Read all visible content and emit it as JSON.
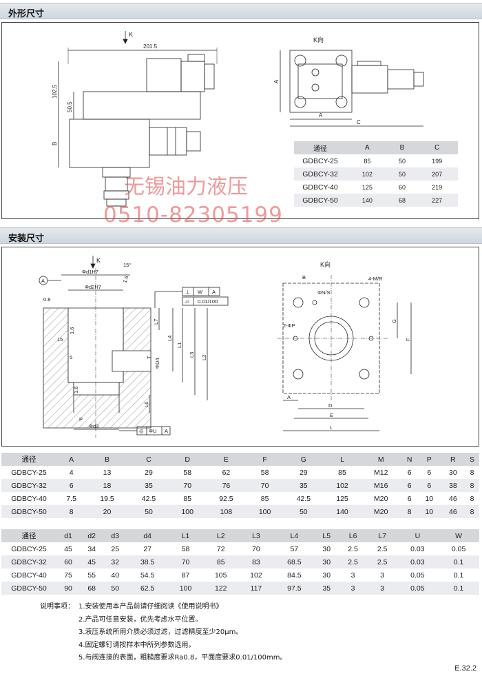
{
  "sections": {
    "outline_title": "外形尺寸",
    "install_title": "安装尺寸"
  },
  "outline": {
    "labels": {
      "arrow_k": "K",
      "dim_201_5": "201.5",
      "dim_102_5": "102.5",
      "dim_50_5": "50.5",
      "dim_b": "B",
      "k_view": "K向",
      "dim_a_side": "A",
      "dim_a_bottom": "A",
      "dim_c": "C"
    },
    "table": {
      "headers": [
        "通径",
        "A",
        "B",
        "C"
      ],
      "rows": [
        [
          "GDBCY-25",
          "85",
          "50",
          "199"
        ],
        [
          "GDBCY-32",
          "102",
          "50",
          "207"
        ],
        [
          "GDBCY-40",
          "125",
          "60",
          "219"
        ],
        [
          "GDBCY-50",
          "140",
          "68",
          "227"
        ]
      ]
    }
  },
  "watermark": {
    "company": "无锡油力液压",
    "phone": "0510-82305199"
  },
  "install": {
    "labels": {
      "arrow_k": "K",
      "angle_15_top": "15°",
      "datum_a": "A",
      "d1": "Φd1H7",
      "d2": "Φd2H7",
      "rough_08": "0.8",
      "rough_16_a": "1.6",
      "rough_16_b": "1.6",
      "rough_16_c": "1.6",
      "angle_15_left": "15",
      "angle_5": "5",
      "perp_symbol": "⊥",
      "perp_w": "W",
      "perp_a": "A",
      "flat_symbol": "▱",
      "flat_value": "0.01/100",
      "l7": "L7",
      "l4": "L4",
      "l1": "L1",
      "l3": "L3",
      "l2": "L2",
      "t": "T",
      "d4": "ΦD4",
      "l6": "L6",
      "p": "P",
      "d3": "Φd3",
      "pos_symbol": "◎",
      "pos_u": "ΦU",
      "pos_a": "A",
      "k_view": "K向",
      "b": "B",
      "n_s": "ΦN/S",
      "m_r": "4-M/R",
      "two_p": "2-ΦP",
      "g": "G",
      "f": "F",
      "a": "A",
      "d": "D",
      "e": "E",
      "l": "L"
    },
    "table1": {
      "headers": [
        "通径",
        "A",
        "B",
        "C",
        "D",
        "E",
        "F",
        "G",
        "L",
        "M",
        "N",
        "P",
        "R",
        "S"
      ],
      "rows": [
        [
          "GDBCY-25",
          "4",
          "13",
          "29",
          "58",
          "62",
          "58",
          "29",
          "85",
          "M12",
          "6",
          "6",
          "30",
          "8"
        ],
        [
          "GDBCY-32",
          "6",
          "18",
          "35",
          "70",
          "76",
          "70",
          "35",
          "102",
          "M16",
          "6",
          "6",
          "38",
          "8"
        ],
        [
          "GDBCY-40",
          "7.5",
          "19.5",
          "42.5",
          "85",
          "92.5",
          "85",
          "42.5",
          "125",
          "M20",
          "6",
          "10",
          "46",
          "8"
        ],
        [
          "GDBCY-50",
          "8",
          "20",
          "50",
          "100",
          "108",
          "100",
          "50",
          "140",
          "M20",
          "8",
          "10",
          "46",
          "8"
        ]
      ]
    },
    "table2": {
      "headers": [
        "通径",
        "d1",
        "d2",
        "d3",
        "d4",
        "L1",
        "L2",
        "L3",
        "L4",
        "L5",
        "L6",
        "L7",
        "U",
        "W"
      ],
      "rows": [
        [
          "GDBCY-25",
          "45",
          "34",
          "25",
          "27",
          "58",
          "72",
          "70",
          "57",
          "30",
          "2.5",
          "2.5",
          "0.03",
          "0.05"
        ],
        [
          "GDBCY-32",
          "60",
          "45",
          "32",
          "38.5",
          "70",
          "85",
          "83",
          "68.5",
          "30",
          "2.5",
          "2.5",
          "0.03",
          "0.1"
        ],
        [
          "GDBCY-40",
          "75",
          "55",
          "40",
          "54.5",
          "87",
          "105",
          "102",
          "84.5",
          "30",
          "3",
          "3",
          "0.05",
          "0.1"
        ],
        [
          "GDBCY-50",
          "90",
          "68",
          "50",
          "62.5",
          "100",
          "122",
          "117",
          "97.5",
          "35",
          "3",
          "3",
          "0.05",
          "0.1"
        ]
      ]
    }
  },
  "notes": {
    "label": "说明事项：",
    "items": [
      "1.安装使用本产品前请仔细阅读《使用说明书》",
      "2.产品可任意安装，优先考虑水平位置。",
      "3.液压系统所用介质必须过滤，过滤精度至少20μm。",
      "4.固定螺钉请按样本中所列参数选用。",
      "5.与阀连接的表面，粗糙度要求Ra0.8，平面度要求0.01/100mm。"
    ]
  },
  "page_number": "E.32.2"
}
